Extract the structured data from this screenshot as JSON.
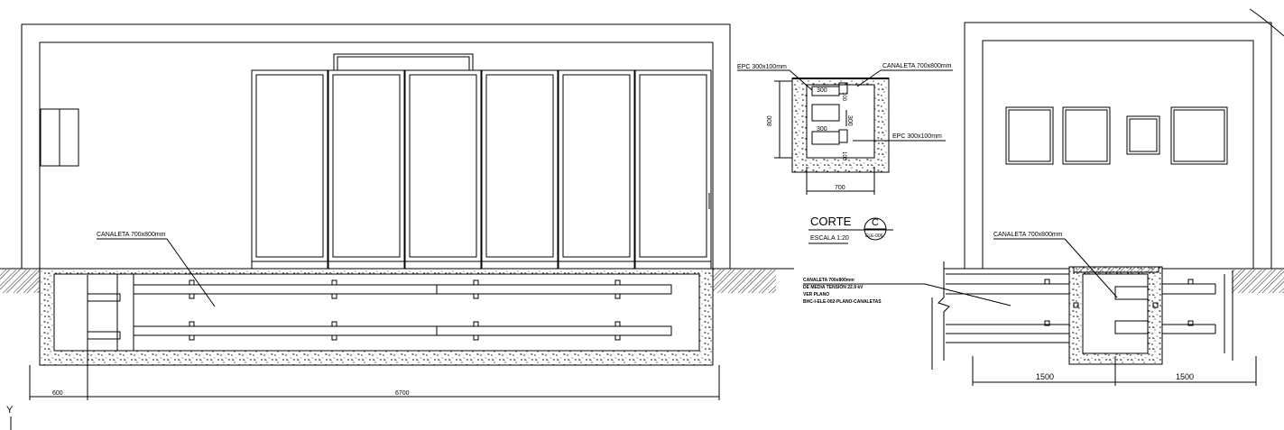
{
  "elevation": {
    "trench_label": "CANALETA 700x800mm",
    "dim_left": "600",
    "dim_main": "6700"
  },
  "section": {
    "epc_top": "EPC 300x100mm",
    "canaleta_label": "CANALETA 700x800mm",
    "dim_300_a": "300",
    "dim_100_a": "100",
    "dim_300_b": "300",
    "dim_300_c": "300",
    "dim_100_b": "100",
    "dim_height": "800",
    "epc_right": "EPC 300x100mm",
    "dim_width": "700",
    "title": "CORTE",
    "scale": "ESCALA 1:20",
    "marker_letter": "C",
    "marker_ref": "ELE-006"
  },
  "note": {
    "line1": "CANALETA 700x800mm",
    "line2": "DE MEDIA TENSIÓN 22.9 kV",
    "line3": "VER PLANO",
    "line4": "BHC-I-ELE-002-PLANO-CANALETAS"
  },
  "side_view": {
    "trench_label": "CANALETA 700x800mm",
    "dim_left": "1500",
    "dim_right": "1500"
  },
  "ucs": {
    "y_label": "Y"
  },
  "colors": {
    "line": "#000000",
    "background": "#ffffff"
  }
}
